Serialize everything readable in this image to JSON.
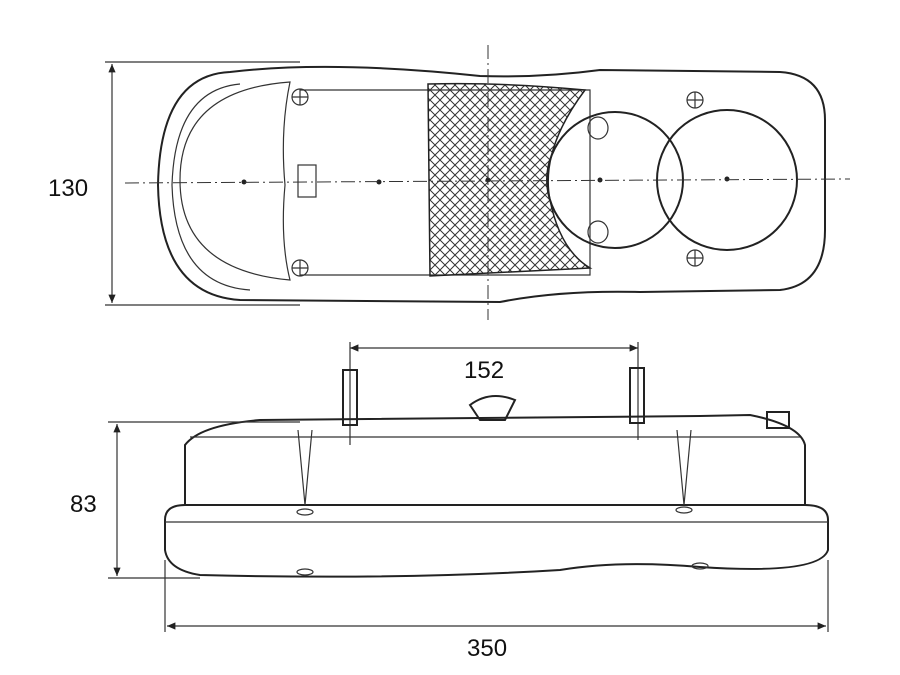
{
  "dimensions": {
    "height_top_view": "130",
    "stud_spacing": "152",
    "height_side_view": "83",
    "overall_length": "350"
  },
  "colors": {
    "line": "#222222",
    "background": "#ffffff"
  }
}
